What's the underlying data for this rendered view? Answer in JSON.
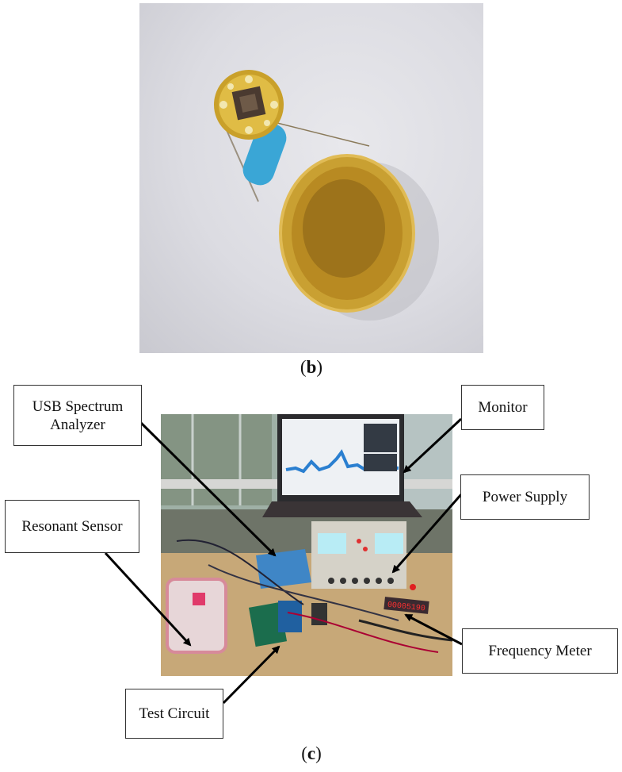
{
  "captions": {
    "b": "b",
    "c": "c"
  },
  "labels": {
    "usb_spectrum_analyzer": "USB Spectrum Analyzer",
    "monitor": "Monitor",
    "power_supply": "Power Supply",
    "resonant_sensor": "Resonant Sensor",
    "frequency_meter": "Frequency Meter",
    "test_circuit": "Test Circuit"
  },
  "photo_c_details": {
    "frequency_display": "00005190"
  }
}
